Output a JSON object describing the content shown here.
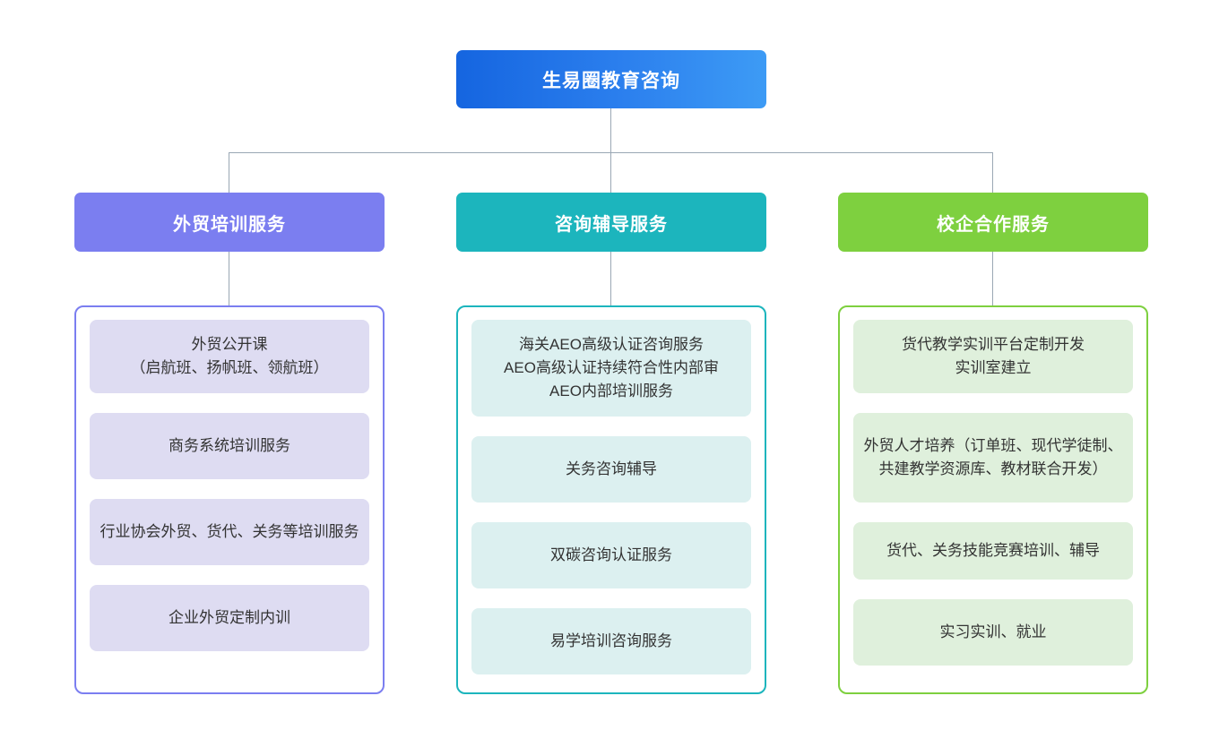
{
  "root": {
    "label": "生易圈教育咨询",
    "color": "#1565e0",
    "color_end": "#3d9bf5"
  },
  "columns": [
    {
      "header": "外贸培训服务",
      "header_color": "#7b7ef0",
      "border_color": "#7b7ef0",
      "item_color": "#dedcf2",
      "items": [
        "外贸公开课\n（启航班、扬帆班、领航班）",
        "商务系统培训服务",
        "行业协会外贸、货代、关务等培训服务",
        "企业外贸定制内训"
      ]
    },
    {
      "header": "咨询辅导服务",
      "header_color": "#1cb5bd",
      "border_color": "#1cb5bd",
      "item_color": "#dcf0f0",
      "items": [
        "海关AEO高级认证咨询服务\nAEO高级认证持续符合性内部审\nAEO内部培训服务",
        "关务咨询辅导",
        "双碳咨询认证服务",
        "易学培训咨询服务"
      ]
    },
    {
      "header": "校企合作服务",
      "header_color": "#7ed03f",
      "border_color": "#7ed03f",
      "item_color": "#dff0dc",
      "items": [
        "货代教学实训平台定制开发\n实训室建立",
        "外贸人才培养（订单班、现代学徒制、共建教学资源库、教材联合开发）",
        "货代、关务技能竞赛培训、辅导",
        "实习实训、就业"
      ]
    }
  ],
  "connector": {
    "color": "#9aa7b4"
  }
}
